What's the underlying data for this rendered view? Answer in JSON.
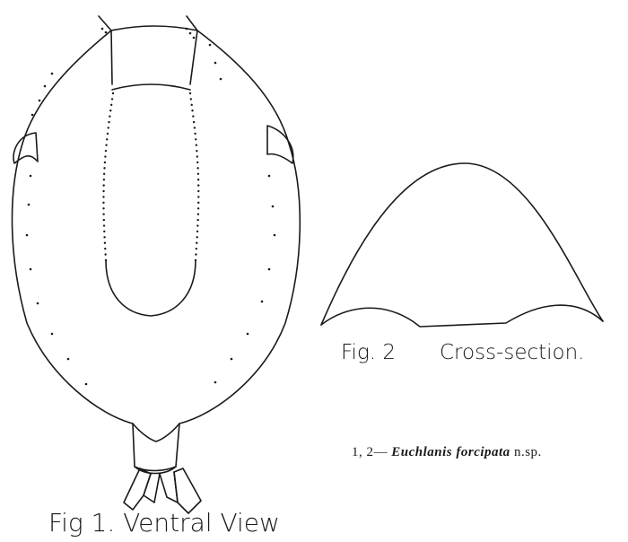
{
  "figure1": {
    "caption": "Fig 1. Ventral View"
  },
  "figure2": {
    "caption_fig": "Fig. 2",
    "caption_label": "Cross-section."
  },
  "plate_caption": {
    "numbers": "1, 2—",
    "species": "Euchlanis forcipata",
    "suffix": " n.sp."
  },
  "colors": {
    "ink": "#1a1a1a",
    "paper": "#ffffff"
  }
}
